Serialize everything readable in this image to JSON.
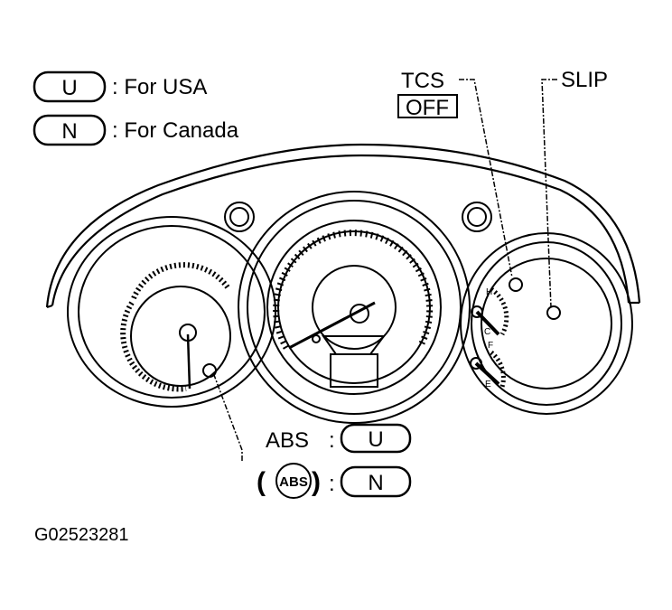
{
  "legend": {
    "usa_code": "U",
    "usa_text": ": For USA",
    "canada_code": "N",
    "canada_text": ": For Canada"
  },
  "callouts": {
    "tcs_line1": "TCS",
    "tcs_line2": "OFF",
    "slip": "SLIP"
  },
  "abs_legend": {
    "abs_text": "ABS",
    "colon": ":",
    "usa_code": "U",
    "symbol_text": "ABS",
    "paren_open": "(",
    "paren_close": ")",
    "canada_code": "N"
  },
  "gauges": {
    "fuel_high": "H",
    "fuel_cold": "C",
    "fuel_full": "F",
    "fuel_empty": "E"
  },
  "figure_id": "G02523281"
}
